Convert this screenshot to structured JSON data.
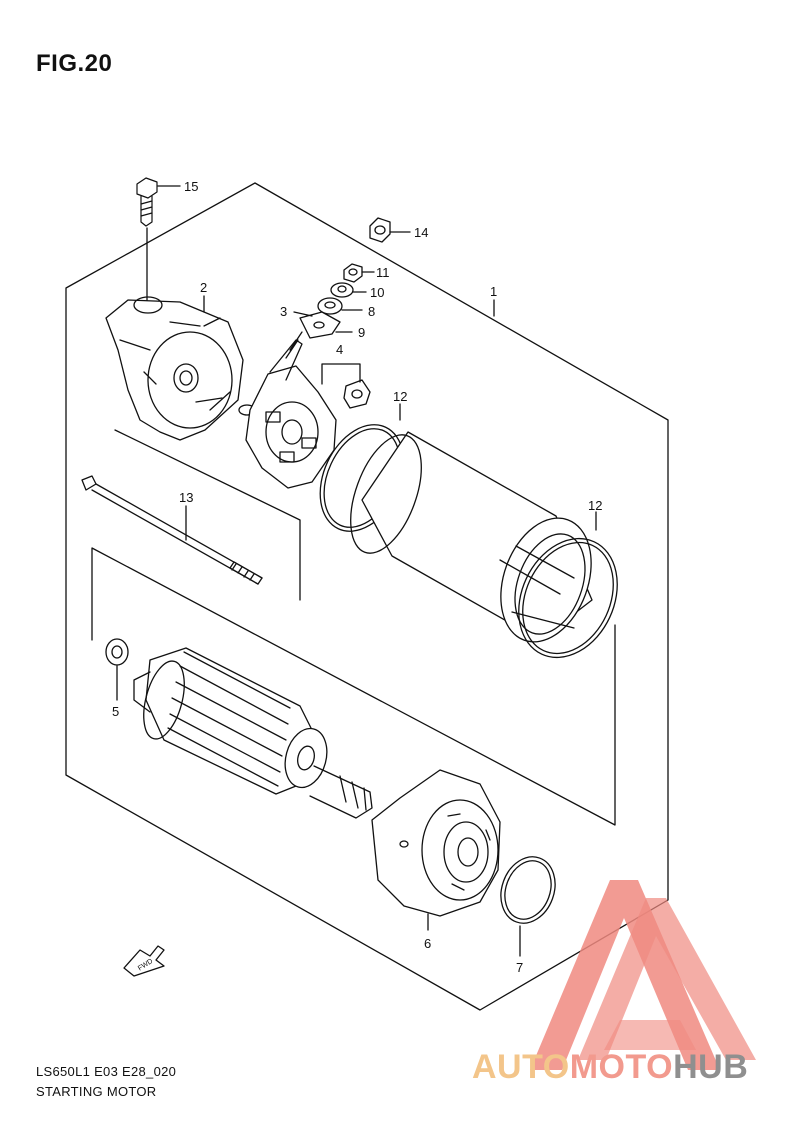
{
  "figure": {
    "title": "FIG.20"
  },
  "callouts": [
    {
      "id": "15",
      "text": "15"
    },
    {
      "id": "14",
      "text": "14"
    },
    {
      "id": "11",
      "text": "11"
    },
    {
      "id": "10",
      "text": "10"
    },
    {
      "id": "8",
      "text": "8"
    },
    {
      "id": "3",
      "text": "3"
    },
    {
      "id": "9",
      "text": "9"
    },
    {
      "id": "2",
      "text": "2"
    },
    {
      "id": "1",
      "text": "1"
    },
    {
      "id": "4",
      "text": "4"
    },
    {
      "id": "12a",
      "text": "12"
    },
    {
      "id": "12b",
      "text": "12"
    },
    {
      "id": "13",
      "text": "13"
    },
    {
      "id": "5",
      "text": "5"
    },
    {
      "id": "6",
      "text": "6"
    },
    {
      "id": "7",
      "text": "7"
    }
  ],
  "direction_arrow": {
    "text": "FWD"
  },
  "footer": {
    "code": "LS650L1 E03 E28_020",
    "name": "STARTING MOTOR"
  },
  "watermark": {
    "part1": "AUTO",
    "part2": "MOTO",
    "part3": "HUB"
  },
  "colors": {
    "line": "#111111",
    "wm_red": "#f08a80",
    "wm_orange": "#f3c58a",
    "wm_gray": "#8f8f8f"
  }
}
